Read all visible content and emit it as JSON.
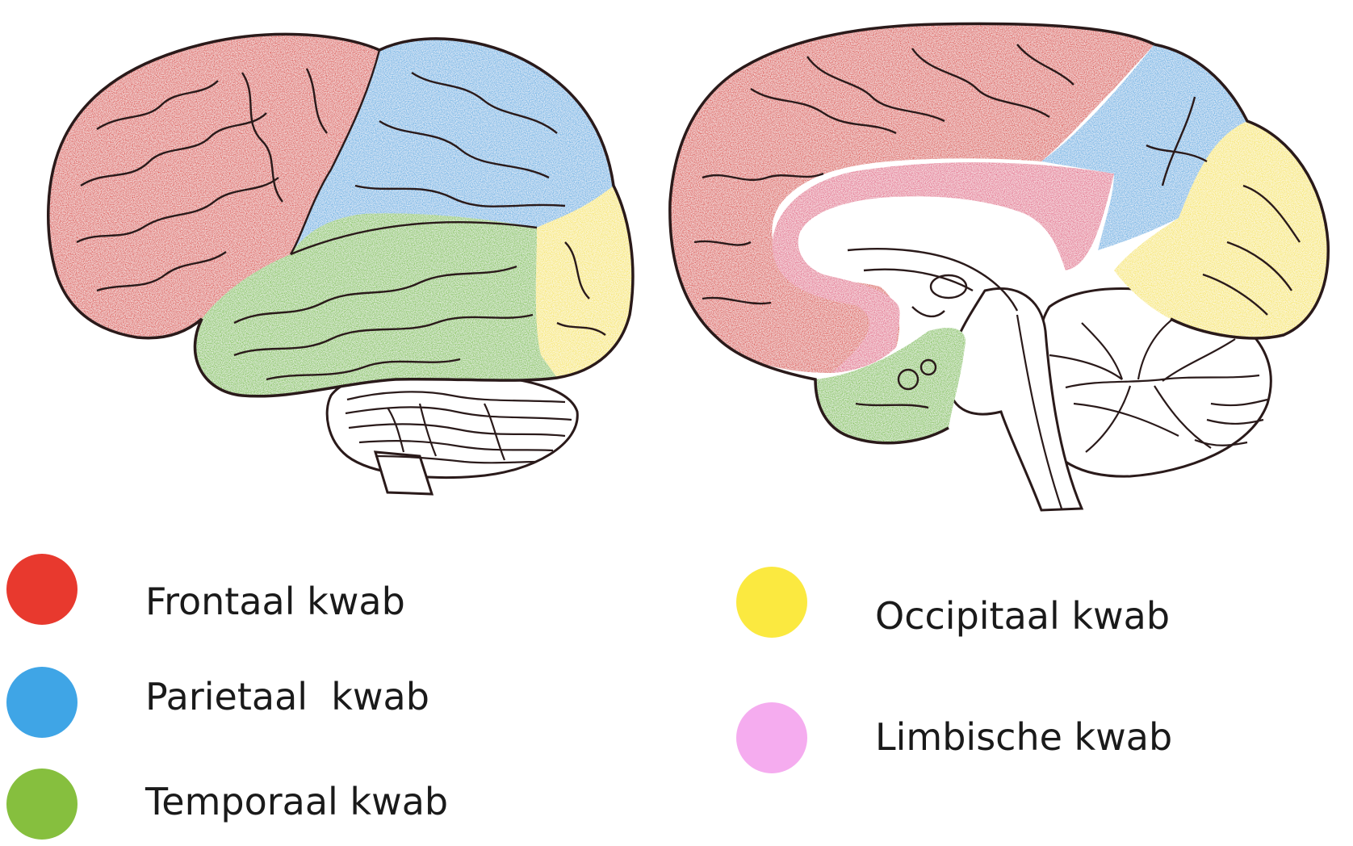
{
  "legend": [
    {
      "id": "frontaal",
      "label": "Frontaal kwab",
      "color": "#e8392e"
    },
    {
      "id": "parietaal",
      "label": "Parietaal  kwab",
      "color": "#3fa5e6"
    },
    {
      "id": "temporaal",
      "label": "Temporaal kwab",
      "color": "#86bf3e"
    },
    {
      "id": "occipitaal",
      "label": "Occipitaal kwab",
      "color": "#fbe940"
    },
    {
      "id": "limbische",
      "label": "Limbische kwab",
      "color": "#f5acef"
    }
  ],
  "region_colors": {
    "frontal": "#dd5a55",
    "parietal": "#6db4e5",
    "temporal": "#86c45a",
    "occipital": "#f7e76a",
    "limbic": "#e4708f",
    "cerebellum": "#ffffff",
    "outline": "#2a1a1a"
  }
}
